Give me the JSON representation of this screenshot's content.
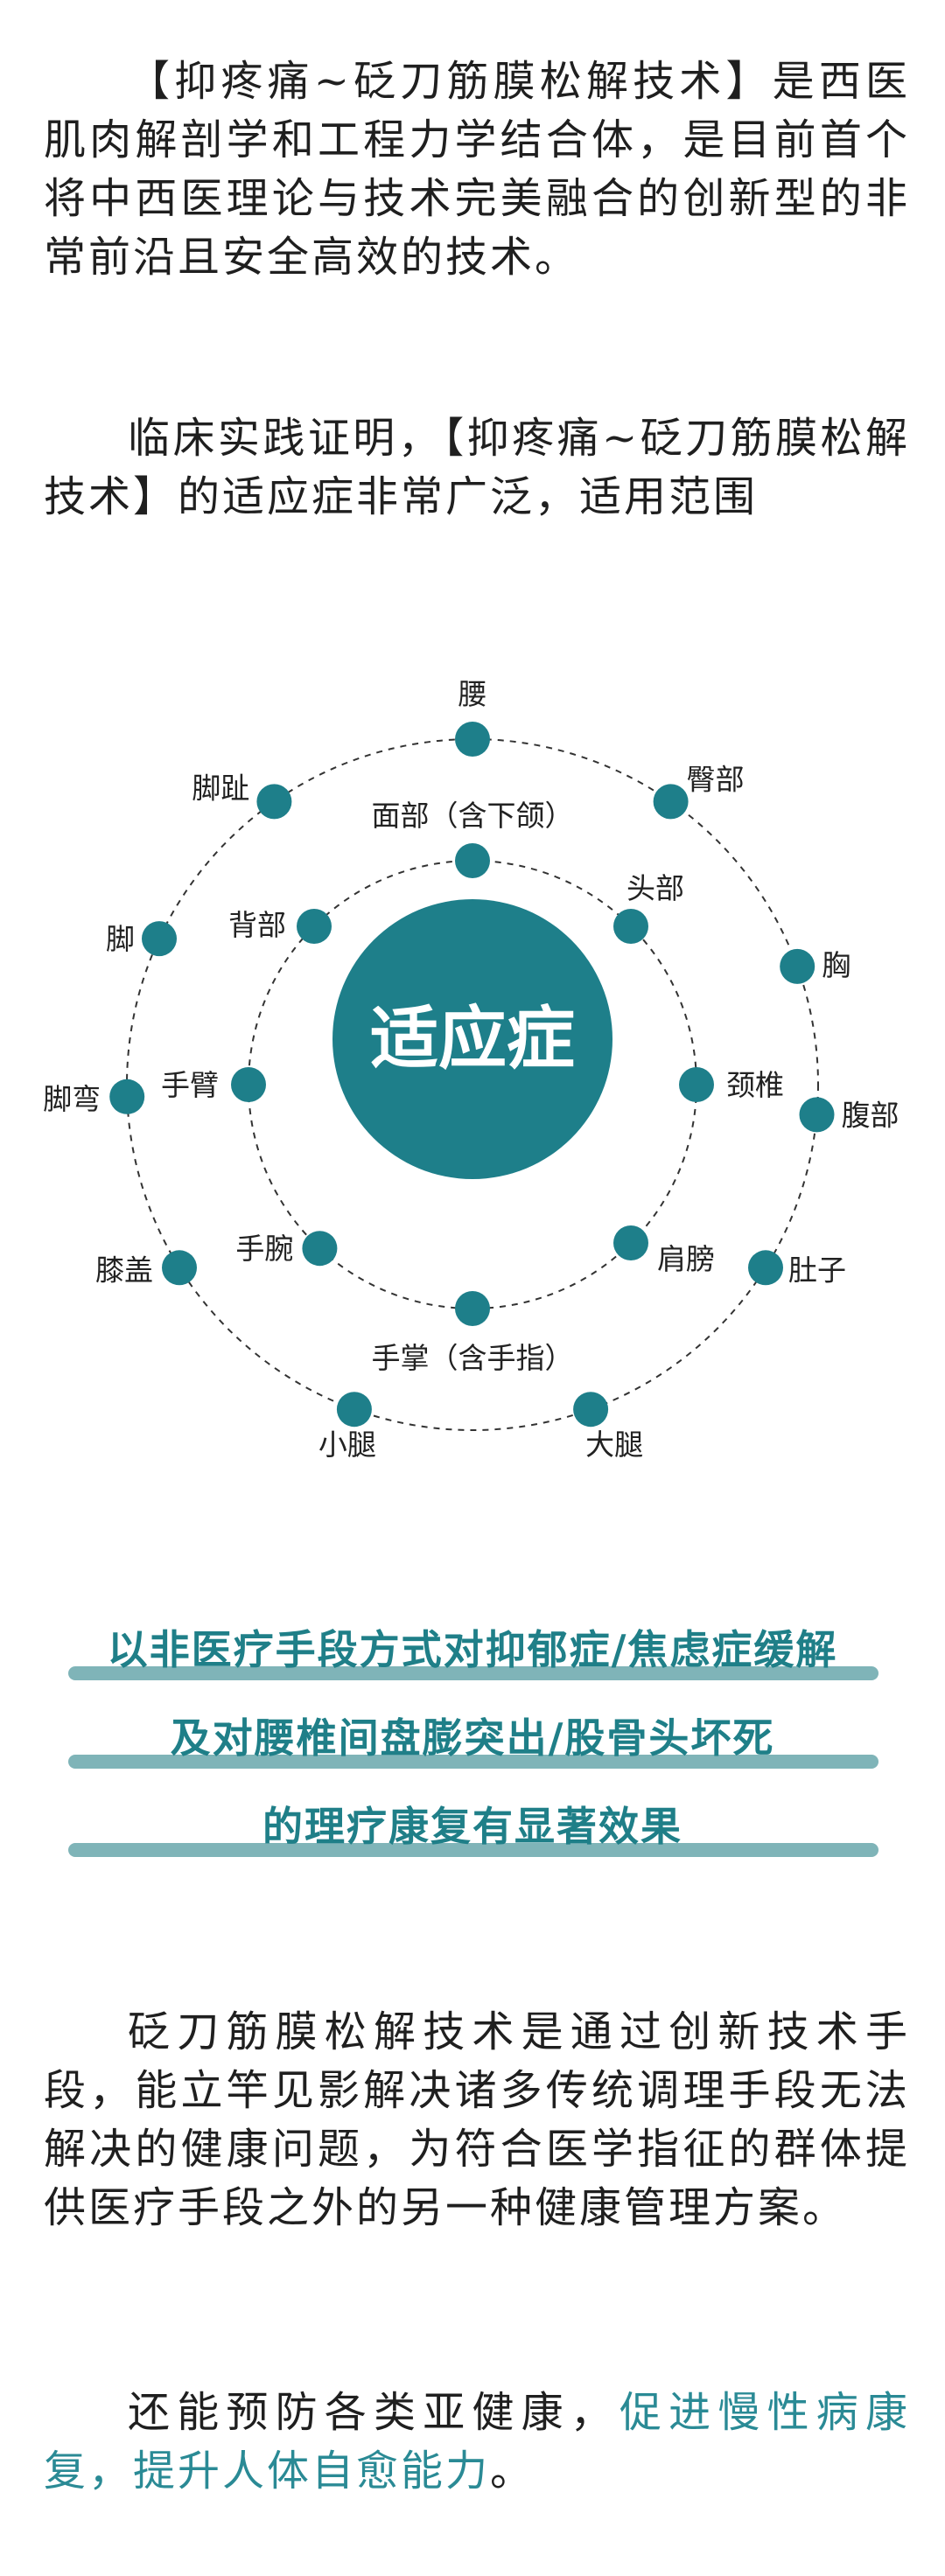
{
  "intro": {
    "paragraph1": "【抑疼痛~砭刀筋膜松解技术】是西医肌肉解剖学和工程力学结合体，是目前首个将中西医理论与技术完美融合的创新型的非常前沿且安全高效的技术。",
    "paragraph2": "临床实践证明，【抑疼痛~砭刀筋膜松解技术】的适应症非常广泛，适用范围"
  },
  "diagram": {
    "center_label": "适应症",
    "outer_ring": [
      "腰",
      "臀部",
      "胸",
      "腹部",
      "肚子",
      "大腿",
      "小腿",
      "膝盖",
      "脚弯",
      "脚",
      "脚趾"
    ],
    "inner_ring": [
      "面部（含下颌）",
      "头部",
      "颈椎",
      "肩膀",
      "手掌（含手指）",
      "手腕",
      "手臂",
      "背部"
    ],
    "colors": {
      "node": "#1e7f8a",
      "center": "#1e7f8a",
      "ring": "#333333"
    }
  },
  "highlight": {
    "line1": "以非医疗手段方式对抑郁症/焦虑症缓解",
    "line2": "及对腰椎间盘膨突出/股骨头坏死",
    "line3": "的理疗康复有显著效果",
    "text_color": "#1f7f88",
    "bar_color": "#7fb4b8"
  },
  "body": {
    "paragraph3": "砭刀筋膜松解技术是通过创新技术手段，能立竿见影解决诸多传统调理手段无法解决的健康问题，为符合医学指征的群体提供医疗手段之外的另一种健康管理方案。",
    "paragraph4_plain": "还能预防各类亚健康，",
    "paragraph4_highlight": "促进慢性病康复，提升人体自愈能力",
    "paragraph4_end": "。",
    "highlight_color": "#2a8a95"
  }
}
